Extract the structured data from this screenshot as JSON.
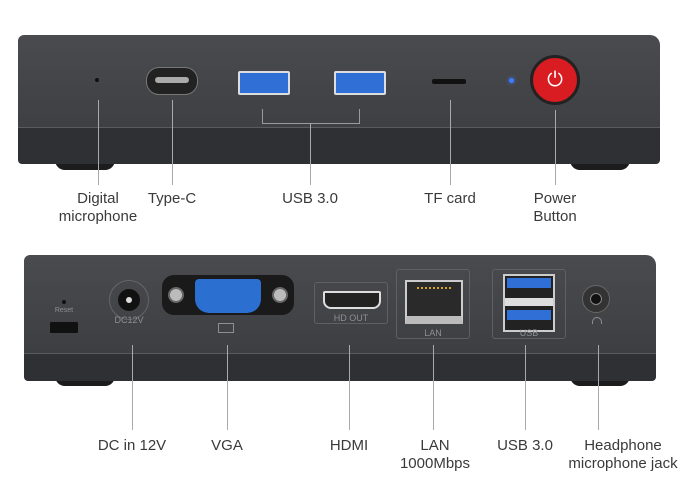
{
  "top_panel": {
    "labels": [
      "Digital microphone",
      "Type-C",
      "USB 3.0",
      "TF card",
      "Power Button"
    ]
  },
  "bottom_panel": {
    "port_markings": {
      "reset": "Reset",
      "dc": "DC12V",
      "hdmi": "HD OUT",
      "lan": "LAN",
      "usb": "USB"
    },
    "labels": [
      "DC in 12V",
      "VGA",
      "HDMI",
      "LAN 1000Mbps",
      "USB 3.0",
      "Headphone microphone jack"
    ]
  },
  "colors": {
    "power": "#d81c22",
    "usb": "#2f6fd6",
    "vga": "#2b6fd0",
    "led": "#3d7cff"
  }
}
